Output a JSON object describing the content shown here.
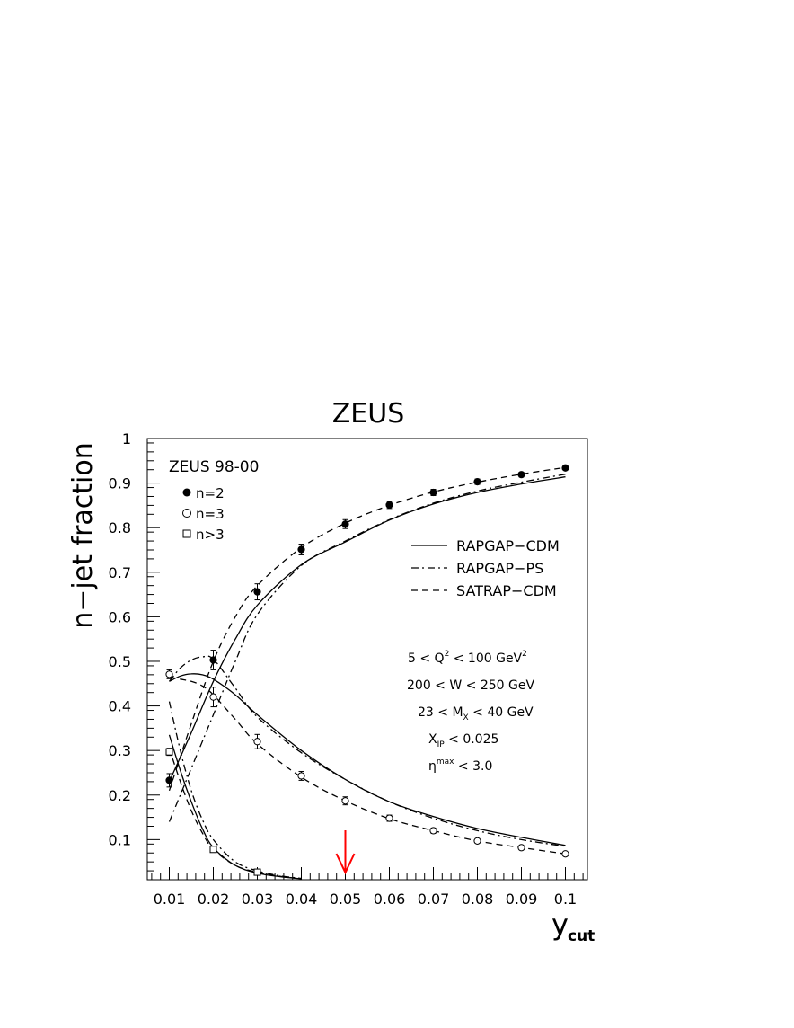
{
  "chart_data": {
    "type": "scatter",
    "title": "ZEUS",
    "xlabel_main": "y",
    "xlabel_sub": "cut",
    "ylabel": "n−jet fraction",
    "xlim": [
      0.005,
      0.105
    ],
    "ylim": [
      0.01,
      1.0
    ],
    "xticks": [
      0.01,
      0.02,
      0.03,
      0.04,
      0.05,
      0.06,
      0.07,
      0.08,
      0.09,
      0.1
    ],
    "xtick_labels": [
      "0.01",
      "0.02",
      "0.03",
      "0.04",
      "0.05",
      "0.06",
      "0.07",
      "0.08",
      "0.09",
      "0.1"
    ],
    "yticks": [
      0.1,
      0.2,
      0.3,
      0.4,
      0.5,
      0.6,
      0.7,
      0.8,
      0.9,
      1.0
    ],
    "ytick_labels": [
      "0.1",
      "0.2",
      "0.3",
      "0.4",
      "0.5",
      "0.6",
      "0.7",
      "0.8",
      "0.9",
      "1"
    ],
    "data_legend_title": "ZEUS 98-00",
    "series": [
      {
        "name": "n=2",
        "marker": "filled-circle",
        "x": [
          0.01,
          0.02,
          0.03,
          0.04,
          0.05,
          0.06,
          0.07,
          0.08,
          0.09,
          0.1
        ],
        "y": [
          0.233,
          0.503,
          0.656,
          0.751,
          0.808,
          0.851,
          0.879,
          0.903,
          0.919,
          0.934
        ],
        "err": [
          0.015,
          0.022,
          0.018,
          0.012,
          0.01,
          0.008,
          0.007,
          0.006,
          0.005,
          0.004
        ]
      },
      {
        "name": "n=3",
        "marker": "open-circle",
        "x": [
          0.01,
          0.02,
          0.03,
          0.04,
          0.05,
          0.06,
          0.07,
          0.08,
          0.09,
          0.1
        ],
        "y": [
          0.471,
          0.42,
          0.32,
          0.243,
          0.187,
          0.148,
          0.12,
          0.097,
          0.082,
          0.068
        ],
        "err": [
          0.01,
          0.022,
          0.016,
          0.01,
          0.009,
          0.007,
          0.006,
          0.005,
          0.004,
          0.004
        ]
      },
      {
        "name": "n>3",
        "marker": "open-square",
        "x": [
          0.01,
          0.02,
          0.03
        ],
        "y": [
          0.297,
          0.078,
          0.027
        ],
        "err": [
          0.008,
          0.005,
          0.003
        ]
      }
    ],
    "curves_legend": [
      {
        "name": "RAPGAP−CDM",
        "style": "solid"
      },
      {
        "name": "RAPGAP−PS",
        "style": "dashdot"
      },
      {
        "name": "SATRAP−CDM",
        "style": "dashed"
      }
    ],
    "curves": [
      {
        "model": "RAPGAP-CDM",
        "jets": "n=2",
        "style": "solid",
        "x": [
          0.01,
          0.015,
          0.02,
          0.025,
          0.03,
          0.04,
          0.05,
          0.06,
          0.07,
          0.08,
          0.09,
          0.1
        ],
        "y": [
          0.23,
          0.34,
          0.455,
          0.55,
          0.626,
          0.717,
          0.768,
          0.817,
          0.853,
          0.879,
          0.898,
          0.914
        ]
      },
      {
        "model": "RAPGAP-PS",
        "jets": "n=2",
        "style": "dashdot",
        "x": [
          0.01,
          0.015,
          0.02,
          0.025,
          0.03,
          0.04,
          0.05,
          0.06,
          0.07,
          0.08,
          0.09,
          0.1
        ],
        "y": [
          0.14,
          0.26,
          0.38,
          0.5,
          0.605,
          0.715,
          0.77,
          0.818,
          0.855,
          0.882,
          0.902,
          0.92
        ]
      },
      {
        "model": "SATRAP-CDM",
        "jets": "n=2",
        "style": "dashed",
        "x": [
          0.01,
          0.015,
          0.02,
          0.025,
          0.03,
          0.04,
          0.05,
          0.06,
          0.07,
          0.08,
          0.09,
          0.1
        ],
        "y": [
          0.21,
          0.36,
          0.5,
          0.6,
          0.67,
          0.755,
          0.81,
          0.85,
          0.88,
          0.902,
          0.92,
          0.935
        ]
      },
      {
        "model": "RAPGAP-CDM",
        "jets": "n=3",
        "style": "solid",
        "x": [
          0.01,
          0.0125,
          0.015,
          0.0175,
          0.02,
          0.025,
          0.03,
          0.04,
          0.05,
          0.06,
          0.07,
          0.08,
          0.09,
          0.1
        ],
        "y": [
          0.455,
          0.467,
          0.472,
          0.47,
          0.46,
          0.425,
          0.38,
          0.3,
          0.235,
          0.185,
          0.152,
          0.125,
          0.105,
          0.087
        ]
      },
      {
        "model": "RAPGAP-PS",
        "jets": "n=3",
        "style": "dashdot",
        "x": [
          0.01,
          0.0125,
          0.015,
          0.0175,
          0.02,
          0.025,
          0.03,
          0.04,
          0.05,
          0.06,
          0.07,
          0.08,
          0.09,
          0.1
        ],
        "y": [
          0.455,
          0.485,
          0.503,
          0.51,
          0.505,
          0.44,
          0.375,
          0.295,
          0.235,
          0.185,
          0.148,
          0.12,
          0.1,
          0.085
        ]
      },
      {
        "model": "SATRAP-CDM",
        "jets": "n=3",
        "style": "dashed",
        "x": [
          0.01,
          0.0125,
          0.015,
          0.0175,
          0.02,
          0.025,
          0.03,
          0.04,
          0.05,
          0.06,
          0.07,
          0.08,
          0.09,
          0.1
        ],
        "y": [
          0.465,
          0.46,
          0.455,
          0.445,
          0.425,
          0.37,
          0.315,
          0.24,
          0.187,
          0.147,
          0.12,
          0.097,
          0.082,
          0.068
        ]
      },
      {
        "model": "RAPGAP-CDM",
        "jets": "n>3",
        "style": "solid",
        "x": [
          0.01,
          0.0125,
          0.015,
          0.0175,
          0.02,
          0.025,
          0.03,
          0.035,
          0.04
        ],
        "y": [
          0.335,
          0.255,
          0.185,
          0.125,
          0.082,
          0.042,
          0.025,
          0.017,
          0.012
        ]
      },
      {
        "model": "RAPGAP-PS",
        "jets": "n>3",
        "style": "dashdot",
        "x": [
          0.01,
          0.0125,
          0.015,
          0.0175,
          0.02,
          0.025,
          0.03,
          0.035,
          0.04
        ],
        "y": [
          0.41,
          0.3,
          0.21,
          0.145,
          0.1,
          0.05,
          0.03,
          0.019,
          0.013
        ]
      },
      {
        "model": "SATRAP-CDM",
        "jets": "n>3",
        "style": "dashed",
        "x": [
          0.01,
          0.0125,
          0.015,
          0.0175,
          0.02,
          0.025,
          0.03,
          0.035,
          0.04
        ],
        "y": [
          0.305,
          0.23,
          0.165,
          0.115,
          0.078,
          0.042,
          0.027,
          0.018,
          0.012
        ]
      }
    ],
    "cuts": [
      {
        "pre": "5 < Q",
        "sup": "2",
        "mid": " < 100 GeV",
        "sup2": "2",
        "post": ""
      },
      {
        "pre": "200 < W < 250 GeV",
        "sup": "",
        "mid": "",
        "sup2": "",
        "post": ""
      },
      {
        "pre": "23 < M",
        "sub": "X",
        "post": " < 40 GeV"
      },
      {
        "pre": "X",
        "sub": "IP",
        "post": " < 0.025"
      },
      {
        "pre": "η",
        "sup": "max",
        "post": " < 3.0"
      }
    ],
    "arrow": {
      "x": 0.05,
      "color": "#ff0000"
    },
    "grid": false,
    "legend_placement": "top-left (data), center-right (models)"
  }
}
